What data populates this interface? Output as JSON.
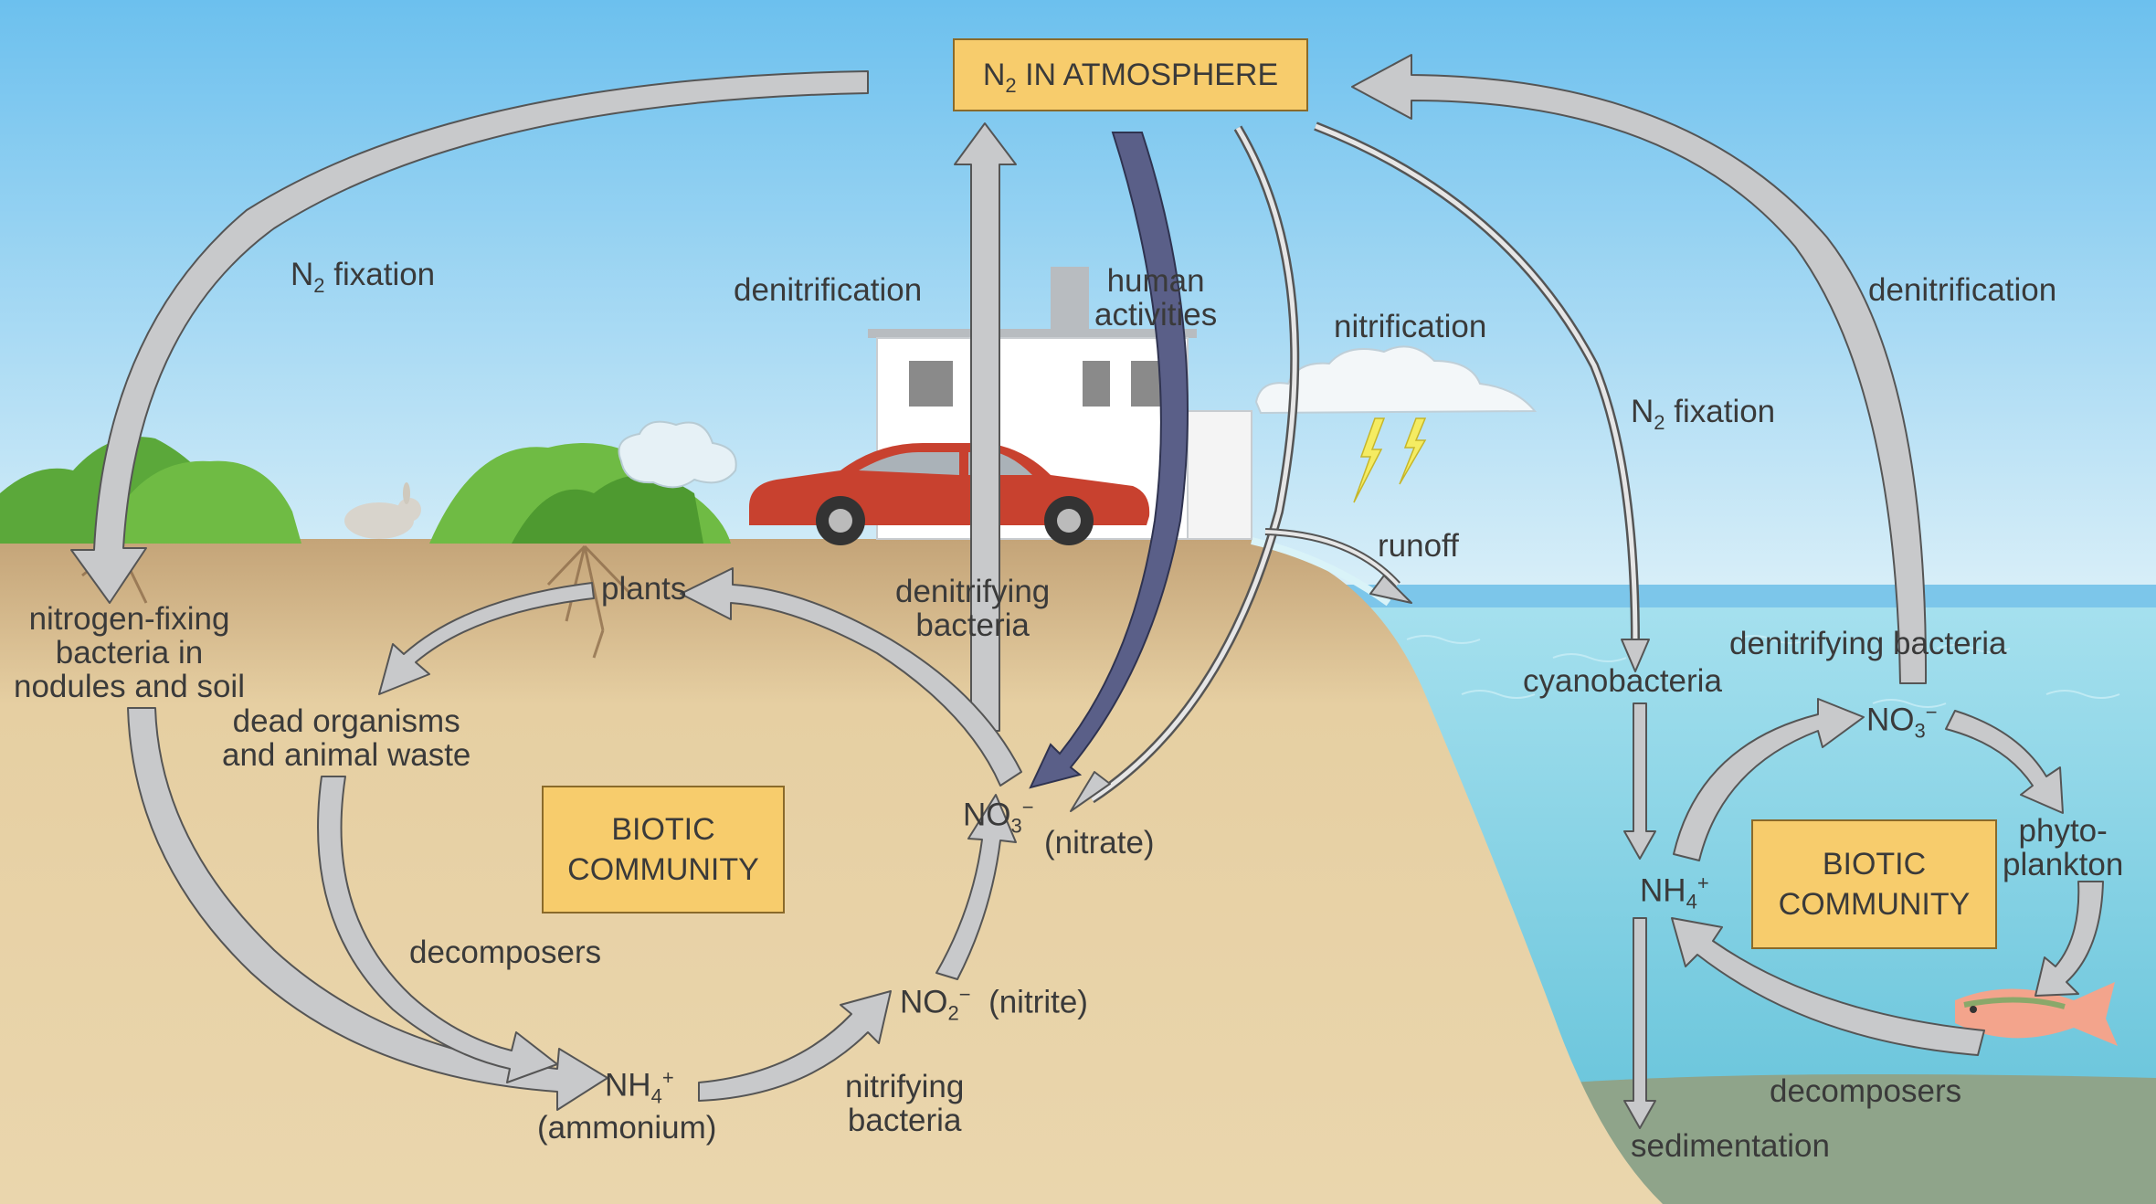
{
  "title_box": {
    "prefix": "N",
    "sub": "2",
    "rest": " IN ATMOSPHERE"
  },
  "land": {
    "n2_fixation": {
      "prefix": "N",
      "sub": "2",
      "rest": " fixation"
    },
    "denitrification": "denitrification",
    "human_activities": [
      "human",
      "activities"
    ],
    "nitrogen_fixing_bacteria": [
      "nitrogen-fixing",
      "bacteria in",
      "nodules and soil"
    ],
    "plants": "plants",
    "denitrifying_bacteria": [
      "denitrifying",
      "bacteria"
    ],
    "dead_organisms": [
      "dead organisms",
      "and animal waste"
    ],
    "biotic_community": [
      "BIOTIC",
      "COMMUNITY"
    ],
    "decomposers": "decomposers",
    "nitrate": {
      "formula": "NO",
      "sub": "3",
      "sup": "−",
      "name": "(nitrate)"
    },
    "nitrite": {
      "formula": "NO",
      "sub": "2",
      "sup": "−",
      "name": "(nitrite)"
    },
    "ammonium": {
      "formula": "NH",
      "sub": "4",
      "sup": "+",
      "name": "(ammonium)"
    },
    "nitrifying_bacteria": [
      "nitrifying",
      "bacteria"
    ]
  },
  "water": {
    "nitrification": "nitrification",
    "runoff": "runoff",
    "denitrification": "denitrification",
    "n2_fixation": {
      "prefix": "N",
      "sub": "2",
      "rest": " fixation"
    },
    "denitrifying_bacteria": "denitrifying bacteria",
    "cyanobacteria": "cyanobacteria",
    "nitrate": {
      "formula": "NO",
      "sub": "3",
      "sup": "−"
    },
    "ammonium": {
      "formula": "NH",
      "sub": "4",
      "sup": "+"
    },
    "phytoplankton": [
      "phyto-",
      "plankton"
    ],
    "biotic_community": [
      "BIOTIC",
      "COMMUNITY"
    ],
    "decomposers": "decomposers",
    "sedimentation": "sedimentation"
  },
  "colors": {
    "sky": "#7cc6ea",
    "soil": "#e6cfa2",
    "water": "#7fd0e4",
    "arrow_gray": "#c8c9cb",
    "human_arrow": "#5a5f88",
    "box": "#f7cc6c"
  }
}
